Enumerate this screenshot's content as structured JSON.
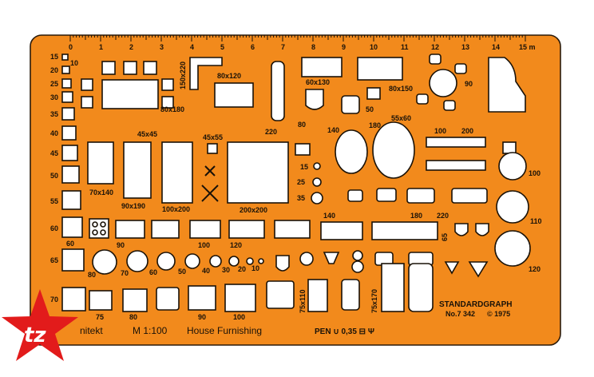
{
  "ruler": {
    "numbers": [
      "0",
      "1",
      "2",
      "3",
      "4",
      "5",
      "6",
      "7",
      "8",
      "9",
      "10",
      "11",
      "12",
      "13",
      "14"
    ],
    "unit_end": "15 m"
  },
  "left_column_labels": [
    "15",
    "20",
    "25",
    "30",
    "35",
    "40",
    "45",
    "50",
    "55",
    "60",
    "65",
    "70"
  ],
  "labels": {
    "l10": "10",
    "l150x220": "150x220",
    "l80x120": "80x120",
    "l60x130": "60x130",
    "l80x150": "80x150",
    "l90": "90",
    "l80x180": "80x180",
    "l220": "220",
    "l80": "80",
    "l50": "50",
    "l55x60": "55x60",
    "l45x45": "45x45",
    "l45x55": "45x55",
    "l140a": "140",
    "l180a": "180",
    "l100": "100",
    "l200": "200",
    "l70x140": "70x140",
    "l90x190": "90x190",
    "l100x200": "100x200",
    "l200x200": "200x200",
    "l15": "15",
    "l25": "25",
    "l35": "35",
    "l100b": "100",
    "l110": "110",
    "l140b": "140",
    "l180b": "180",
    "l220b": "220",
    "l65": "65",
    "l60": "60",
    "l90b": "90",
    "l100c": "100",
    "l120": "120",
    "l120b": "120",
    "c80": "80",
    "c70": "70",
    "c60": "60",
    "c50": "50",
    "c40": "40",
    "c30": "30",
    "c20": "20",
    "c10": "10",
    "l75x110": "75x110",
    "l75x170": "75x170",
    "b75": "75",
    "b80": "80",
    "b90": "90",
    "b100": "100",
    "brand": "STANDARDGRAPH",
    "model": "No.7 342",
    "year": "© 1975",
    "architekt": "nitekt",
    "scale": "M 1:100",
    "title": "House Furnishing",
    "pen": "PEN ∪ 0,35 ⊟ Ψ"
  },
  "logo": {
    "text": "tz"
  },
  "colors": {
    "stencil": "#f28a1c",
    "outline": "#1a1208",
    "logo_red": "#e21b1b"
  }
}
